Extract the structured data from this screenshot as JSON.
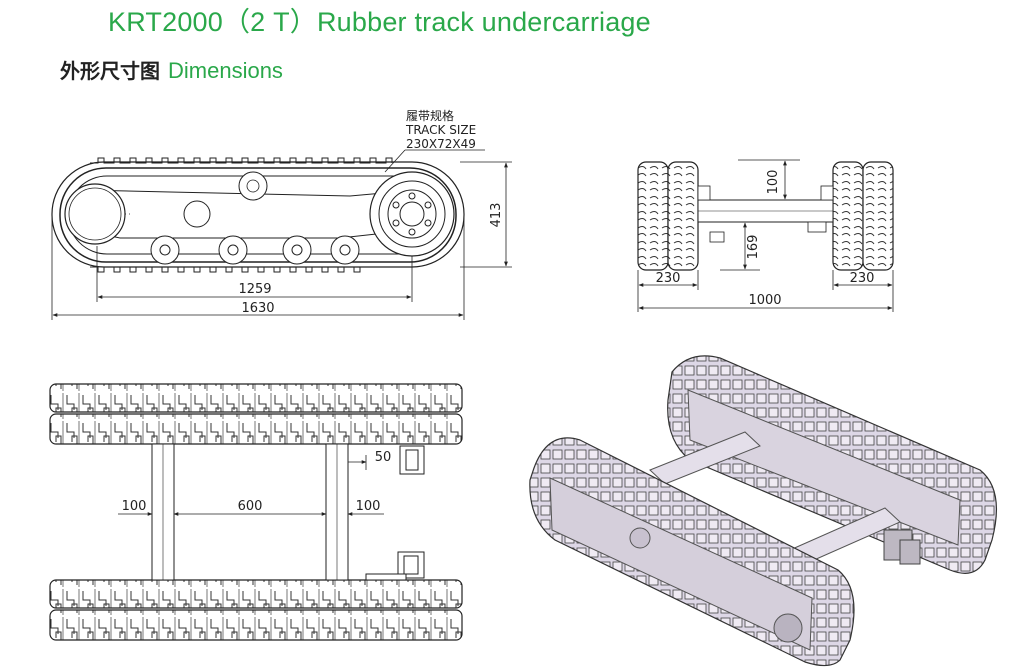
{
  "title": "KRT2000（2 T）Rubber track undercarriage",
  "subtitle": {
    "zh": "外形尺寸图",
    "en": "Dimensions"
  },
  "side_view": {
    "label_zh": "履带规格",
    "label_en": "TRACK SIZE",
    "track_size": "230X72X49",
    "height": "413",
    "wheelbase": "1259",
    "length": "1630"
  },
  "front_view": {
    "clearance": "100",
    "frame_height": "169",
    "track_width_left": "230",
    "track_width_right": "230",
    "overall_width": "1000"
  },
  "top_view": {
    "offset_left": "100",
    "beam_spacing": "600",
    "offset_right": "100",
    "motor_offset": "50"
  }
}
